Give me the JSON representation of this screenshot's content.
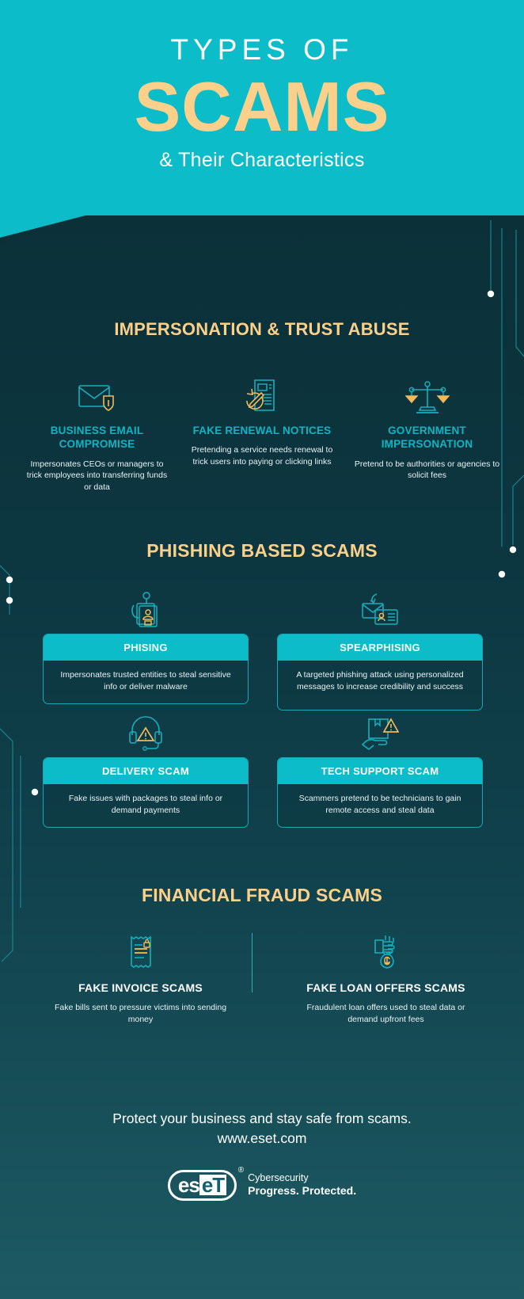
{
  "hero": {
    "line1": "TYPES OF",
    "line2": "SCAMS",
    "line3": "& Their Characteristics"
  },
  "sections": {
    "impersonation": {
      "title": "IMPERSONATION & TRUST ABUSE",
      "items": [
        {
          "icon": "email-shield-icon",
          "title": "BUSINESS EMAIL COMPROMISE",
          "desc": "Impersonates CEOs or managers to trick employees into transferring funds or data"
        },
        {
          "icon": "document-renewal-icon",
          "title": "FAKE RENEWAL NOTICES",
          "desc": "Pretending a service needs renewal to trick users into paying or clicking links"
        },
        {
          "icon": "scales-justice-icon",
          "title": "GOVERNMENT IMPERSONATION",
          "desc": "Pretend to be authorities or agencies to solicit fees"
        }
      ]
    },
    "phishing": {
      "title": "PHISHING BASED SCAMS",
      "cards": [
        {
          "icon": "fishing-hook-id-card-icon",
          "heading": "PHISING",
          "desc": "Impersonates trusted entities to steal sensitive info or deliver malware"
        },
        {
          "icon": "envelope-id-card-hook-icon",
          "heading": "SPEARPHISING",
          "desc": "A targeted phishing attack using personalized messages to increase credibility and success"
        },
        {
          "icon": "headset-warning-icon",
          "heading": "DELIVERY SCAM",
          "desc": "Fake issues with packages to steal info or demand payments"
        },
        {
          "icon": "package-hand-warning-icon",
          "heading": "TECH SUPPORT SCAM",
          "desc": "Scammers pretend to be technicians to gain remote access and steal data"
        }
      ]
    },
    "financial": {
      "title": "FINANCIAL FRAUD SCAMS",
      "items": [
        {
          "icon": "invoice-receipt-icon",
          "title": "FAKE INVOICE SCAMS",
          "desc": "Fake bills sent to pressure victims into sending money"
        },
        {
          "icon": "hand-money-bag-icon",
          "title": "FAKE LOAN OFFERS SCAMS",
          "desc": "Fraudulent loan offers used to steal data or demand upfront fees"
        }
      ]
    }
  },
  "footer": {
    "line1": "Protect your business and stay safe from scams.",
    "line2": "www.eset.com",
    "logo": {
      "mark_a": "es",
      "mark_b": "eT",
      "registered": "®",
      "tagline_1": "Cybersecurity",
      "tagline_2": "Progress. Protected."
    }
  },
  "colors": {
    "hero_bg": "#0cbcc8",
    "accent_gold": "#fbd08a",
    "accent_teal": "#12b4c4",
    "dark_bg": "#0b3038",
    "mid_bg": "#10414c",
    "light_bg": "#1d5a63",
    "white": "#ffffff"
  }
}
